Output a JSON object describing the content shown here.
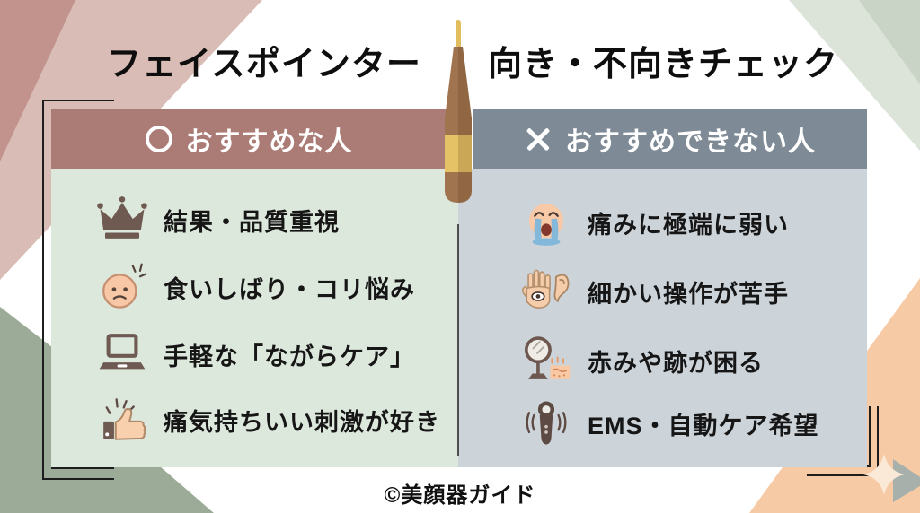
{
  "title": {
    "left": "フェイスポインター",
    "right": "向き・不向きチェック"
  },
  "left_panel": {
    "marker": "circle",
    "header_label": "おすすめな人",
    "items": [
      {
        "icon": "crown-icon",
        "label": "結果・品質重視"
      },
      {
        "icon": "annoyed-face-icon",
        "label": "食いしばり・コリ悩み"
      },
      {
        "icon": "laptop-icon",
        "label": "手軽な「ながらケア」"
      },
      {
        "icon": "thumbs-up-icon",
        "label": "痛気持ちいい刺激が好き"
      }
    ]
  },
  "right_panel": {
    "marker": "cross",
    "header_label": "おすすめできない人",
    "items": [
      {
        "icon": "crying-face-icon",
        "label": "痛みに極端に弱い"
      },
      {
        "icon": "hand-eye-ear-icon",
        "label": "細かい操作が苦手"
      },
      {
        "icon": "mirror-skin-icon",
        "label": "赤みや跡が困る"
      },
      {
        "icon": "vibrating-device-icon",
        "label": "EMS・自動ケア希望"
      }
    ]
  },
  "center_graphic": "face-pointer-device-illustration",
  "footer": {
    "copyright": "©美顔器ガイド"
  },
  "colors": {
    "left_header_bg": "#ab7b76",
    "left_body_bg": "#dde8dd",
    "right_header_bg": "#7e8a95",
    "right_body_bg": "#ccd4da",
    "bg_rose_dark": "#c2938c",
    "bg_rose_light": "#d8bcb5",
    "bg_sage_dark": "#9cab97",
    "bg_sage_light": "#dce3d9",
    "bg_peach": "#f7caa6",
    "device_brown": "#a0744f",
    "device_gold": "#e2bd5e"
  }
}
